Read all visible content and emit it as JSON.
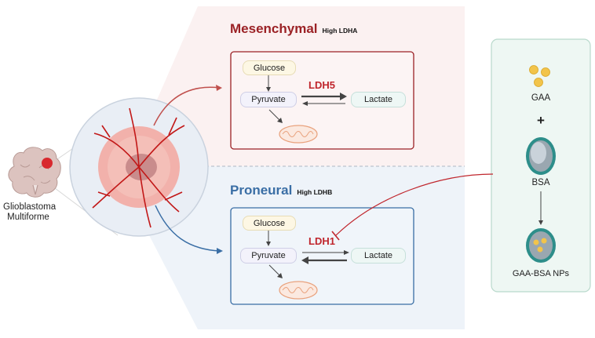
{
  "brain_label": {
    "line1": "Glioblastoma",
    "line2": "Multiforme"
  },
  "mesenchymal": {
    "title": "Mesenchymal",
    "subtitle": "High LDHA",
    "glucose": "Glucose",
    "pyruvate": "Pyruvate",
    "lactate": "Lactate",
    "enzyme": "LDH5"
  },
  "proneural": {
    "title": "Proneural",
    "subtitle": "High LDHB",
    "glucose": "Glucose",
    "pyruvate": "Pyruvate",
    "lactate": "Lactate",
    "enzyme": "LDH1"
  },
  "right_panel": {
    "gaa": "GAA",
    "plus": "+",
    "bsa": "BSA",
    "nps": "GAA-BSA NPs"
  },
  "colors": {
    "mesenchymal_red": "#9b2226",
    "proneural_blue": "#3a6ea5",
    "enzyme_red": "#c0262d",
    "mito_orange": "#e9a27d"
  }
}
